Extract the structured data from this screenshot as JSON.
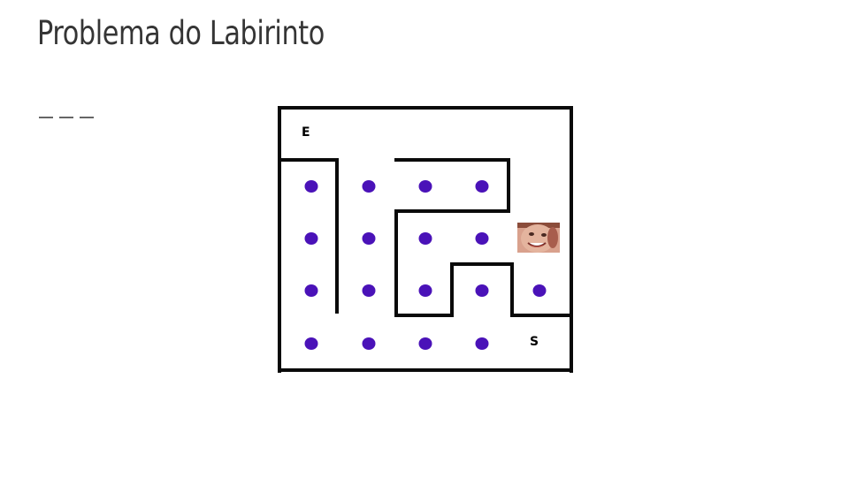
{
  "slide": {
    "title": "Problema do Labirinto"
  },
  "maze": {
    "entry_label": "E",
    "exit_label": "S",
    "dot_color": "#4a12b8",
    "wall_color": "#0a0a0a",
    "rows": 4,
    "dots_per_row": [
      4,
      4,
      5,
      4
    ]
  }
}
